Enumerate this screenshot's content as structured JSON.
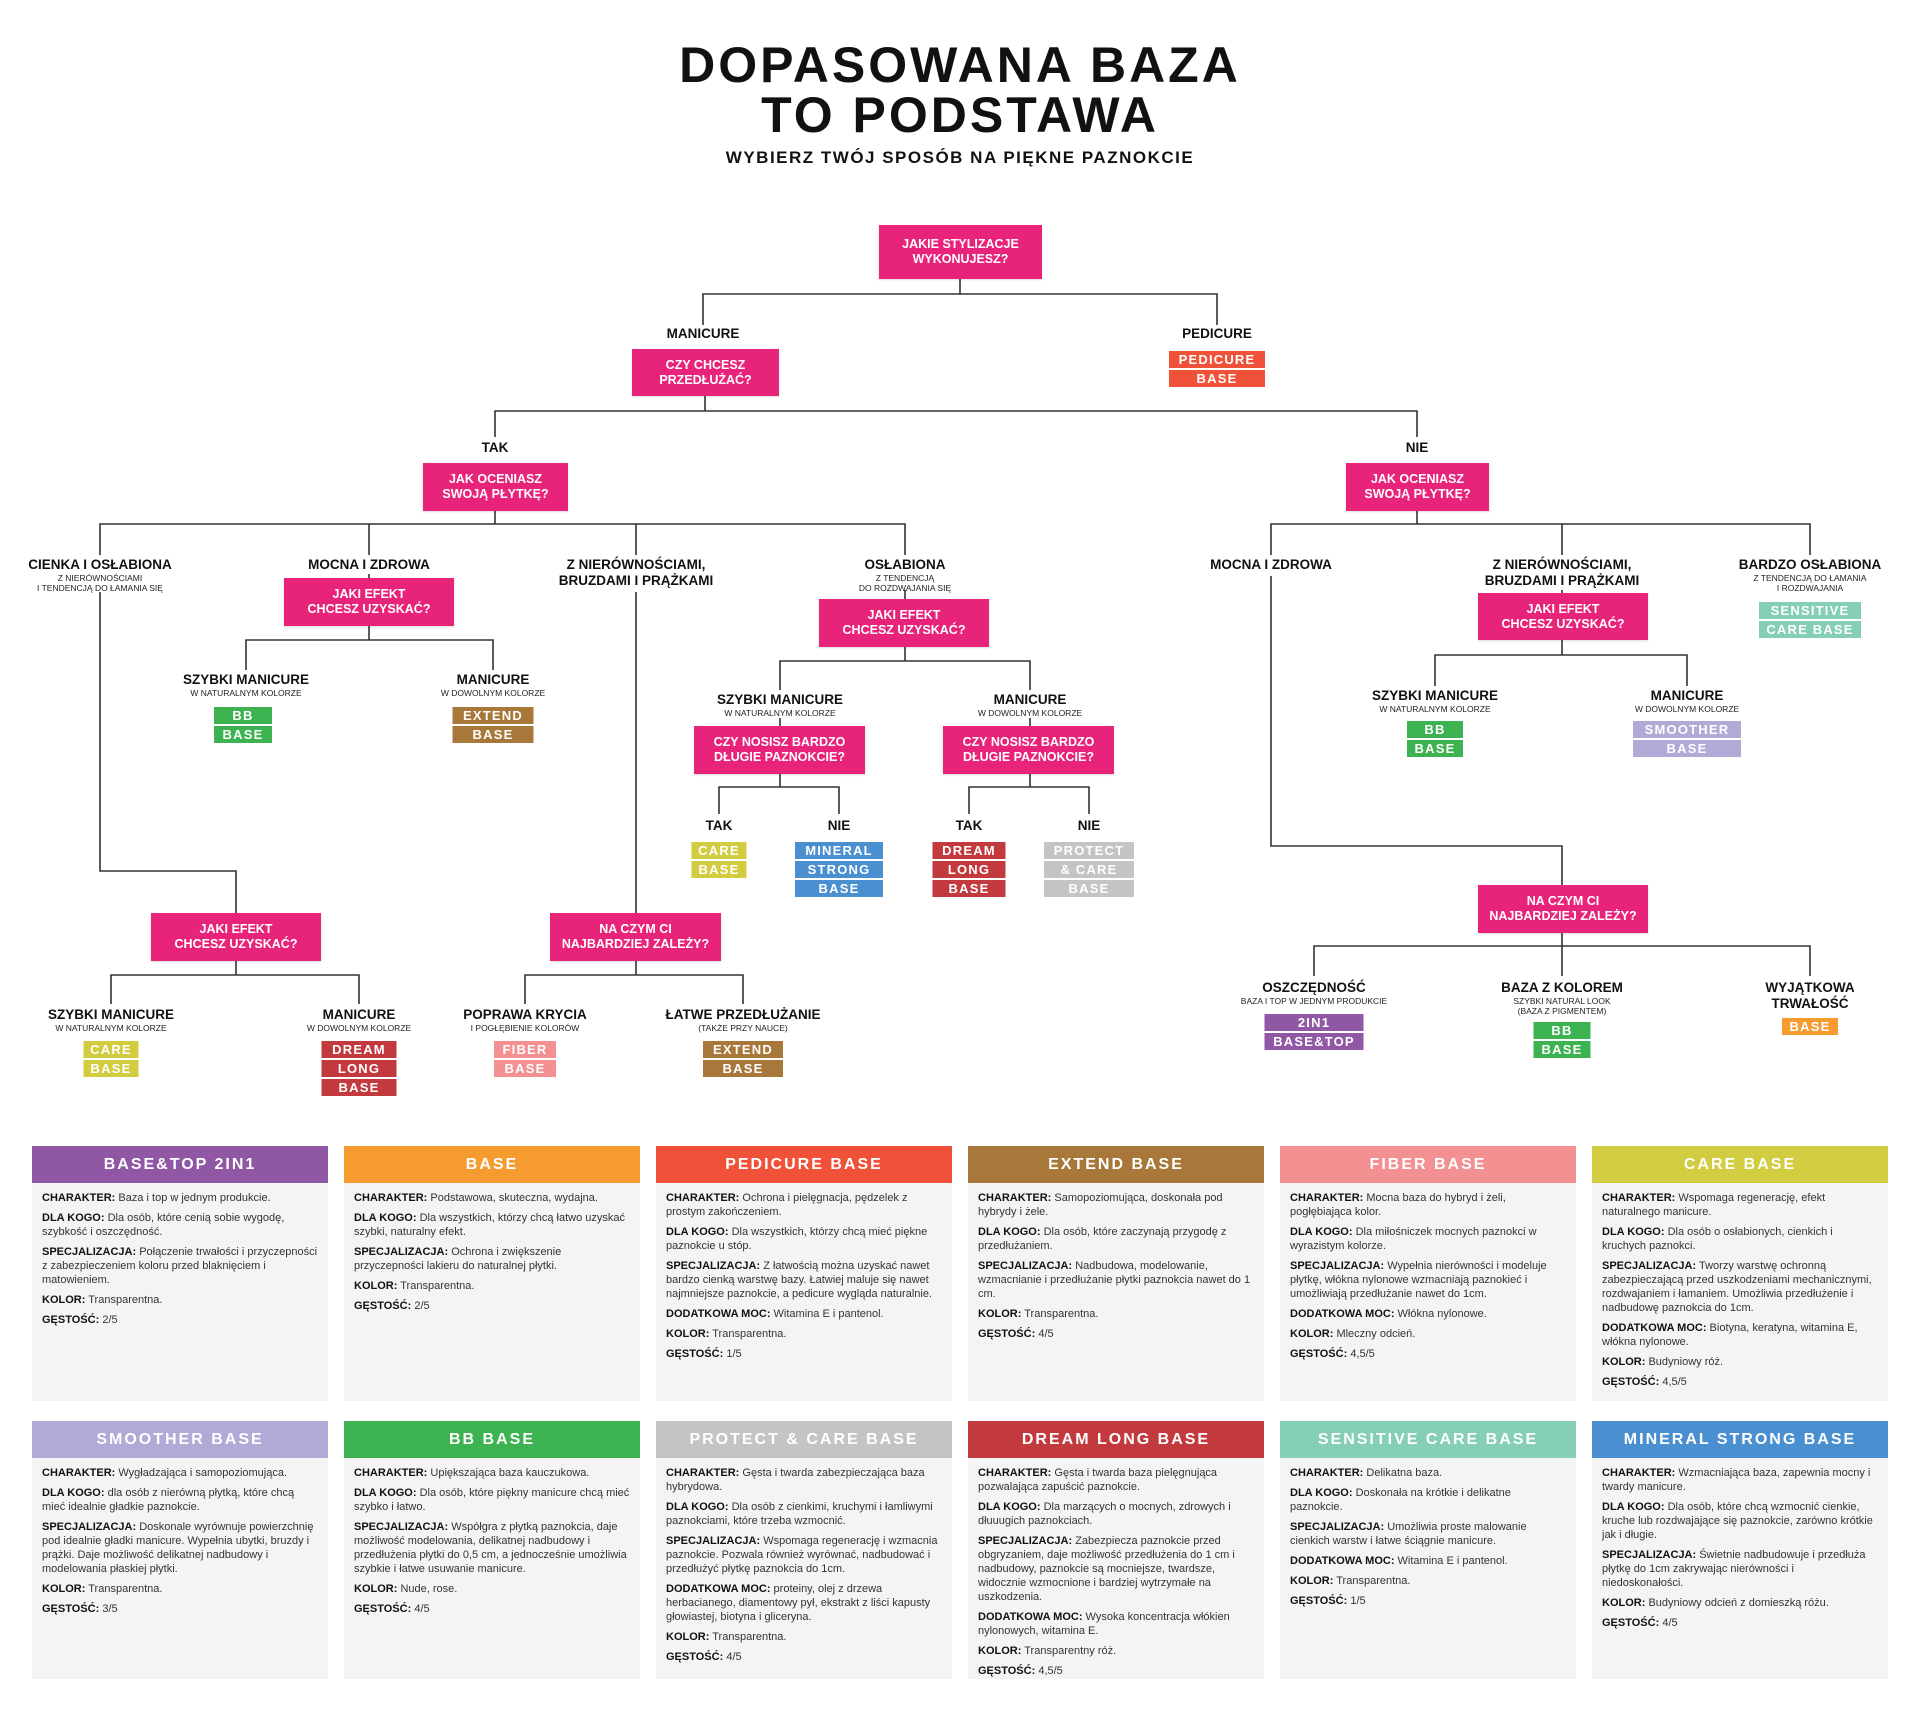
{
  "header": {
    "title_line1": "DOPASOWANA BAZA",
    "title_line2": "TO PODSTAWA",
    "subtitle": "WYBIERZ TWÓJ SPOSÓB NA PIĘKNE PAZNOKCIE"
  },
  "tree": {
    "questions": {
      "root": "JAKIE STYLIZACJE\nWYKONUJESZ?",
      "extend": "CZY CHCESZ\nPRZEDŁUŻAĆ?",
      "plate_tak": "JAK OCENIASZ\nSWOJĄ PŁYTKĘ?",
      "plate_nie": "JAK OCENIASZ\nSWOJĄ PŁYTKĘ?",
      "effect_mocna": "JAKI EFEKT\nCHCESZ UZYSKAĆ?",
      "effect_oslab": "JAKI EFEKT\nCHCESZ UZYSKAĆ?",
      "long_szybki": "CZY NOSISZ BARDZO\nDŁUGIE PAZNOKCIE?",
      "long_manicure": "CZY NOSISZ BARDZO\nDŁUGIE PAZNOKCIE?",
      "effect_cienka": "JAKI EFEKT\nCHCESZ UZYSKAĆ?",
      "priority_nier": "NA CZYM CI\nNAJBARDZIEJ ZALEŻY?",
      "effect_r_nier": "JAKI EFEKT\nCHCESZ UZYSKAĆ?",
      "priority_r_mocna": "NA CZYM CI\nNAJBARDZIEJ ZALEŻY?"
    },
    "labels": {
      "manicure": {
        "title": "MANICURE"
      },
      "pedicure": {
        "title": "PEDICURE"
      },
      "tak": {
        "title": "TAK"
      },
      "nie": {
        "title": "NIE"
      },
      "cienka": {
        "title": "CIENKA I OSŁABIONA",
        "sub": "Z NIERÓWNOŚCIAMI\nI TENDENCJĄ DO ŁAMANIA SIĘ"
      },
      "mocna": {
        "title": "MOCNA I ZDROWA"
      },
      "nier": {
        "title": "Z NIERÓWNOŚCIAMI,\nBRUZDAMI I PRĄŻKAMI"
      },
      "oslab": {
        "title": "OSŁABIONA",
        "sub": "Z TENDENCJĄ\nDO ROZDWAJANIA SIĘ"
      },
      "mocna_szybki": {
        "title": "SZYBKI MANICURE",
        "sub": "W NATURALNYM KOLORZE"
      },
      "mocna_manicure": {
        "title": "MANICURE",
        "sub": "W DOWOLNYM KOLORZE"
      },
      "oslab_szybki": {
        "title": "SZYBKI MANICURE",
        "sub": "W NATURALNYM KOLORZE"
      },
      "oslab_manicure": {
        "title": "MANICURE",
        "sub": "W DOWOLNYM KOLORZE"
      },
      "long1_tak": {
        "title": "TAK"
      },
      "long1_nie": {
        "title": "NIE"
      },
      "long2_tak": {
        "title": "TAK"
      },
      "long2_nie": {
        "title": "NIE"
      },
      "cienka_szybki": {
        "title": "SZYBKI MANICURE",
        "sub": "W NATURALNYM KOLORZE"
      },
      "cienka_manicure": {
        "title": "MANICURE",
        "sub": "W DOWOLNYM KOLORZE"
      },
      "nier_poprawa": {
        "title": "POPRAWA KRYCIA",
        "sub": "I POGŁĘBIENIE KOLORÓW"
      },
      "nier_latwe": {
        "title": "ŁATWE PRZEDŁUŻANIE",
        "sub": "(TAKŻE PRZY NAUCE)"
      },
      "r_mocna": {
        "title": "MOCNA I ZDROWA"
      },
      "r_nier": {
        "title": "Z NIERÓWNOŚCIAMI,\nBRUZDAMI I PRĄŻKAMI"
      },
      "r_bardzo": {
        "title": "BARDZO OSŁABIONA",
        "sub": "Z TENDENCJĄ DO ŁAMANIA\nI ROZDWAJANIA"
      },
      "r_nier_szybki": {
        "title": "SZYBKI MANICURE",
        "sub": "W NATURALNYM KOLORZE"
      },
      "r_nier_manicure": {
        "title": "MANICURE",
        "sub": "W DOWOLNYM KOLORZE"
      },
      "r_oszcz": {
        "title": "OSZCZĘDNOŚĆ",
        "sub": "BAZA I TOP W JEDNYM PRODUKCIE"
      },
      "r_kolor": {
        "title": "BAZA Z KOLOREM",
        "sub": "SZYBKI NATURAL LOOK\n(BAZA Z PIGMENTEM)"
      },
      "r_wyj": {
        "title": "WYJĄTKOWA\nTRWAŁOŚĆ"
      }
    },
    "tags": {
      "pedicure": {
        "lines": [
          "PEDICURE",
          "BASE"
        ],
        "color": "#ef5238"
      },
      "bb1": {
        "lines": [
          "BB",
          "BASE"
        ],
        "color": "#3db250"
      },
      "extend1": {
        "lines": [
          "EXTEND",
          "BASE"
        ],
        "color": "#a8773a"
      },
      "care1": {
        "lines": [
          "CARE",
          "BASE"
        ],
        "color": "#d1cc40"
      },
      "mineral": {
        "lines": [
          "MINERAL",
          "STRONG",
          "BASE"
        ],
        "color": "#4a8fd0"
      },
      "dream1": {
        "lines": [
          "DREAM",
          "LONG",
          "BASE"
        ],
        "color": "#c23a3d"
      },
      "protect": {
        "lines": [
          "PROTECT",
          "& CARE",
          "BASE"
        ],
        "color": "#c4c4c4"
      },
      "care2": {
        "lines": [
          "CARE",
          "BASE"
        ],
        "color": "#d1cc40"
      },
      "dream2": {
        "lines": [
          "DREAM",
          "LONG",
          "BASE"
        ],
        "color": "#c23a3d"
      },
      "fiber": {
        "lines": [
          "FIBER",
          "BASE"
        ],
        "color": "#f29092"
      },
      "extend2": {
        "lines": [
          "EXTEND",
          "BASE"
        ],
        "color": "#a8773a"
      },
      "sensitive": {
        "lines": [
          "SENSITIVE",
          "CARE BASE"
        ],
        "color": "#85cfb5"
      },
      "bb2": {
        "lines": [
          "BB",
          "BASE"
        ],
        "color": "#3db250"
      },
      "smoother": {
        "lines": [
          "SMOOTHER",
          "BASE"
        ],
        "color": "#b2aad6"
      },
      "base2in1": {
        "lines": [
          "2IN1",
          "BASE&TOP"
        ],
        "color": "#8f57a4"
      },
      "bb3": {
        "lines": [
          "BB",
          "BASE"
        ],
        "color": "#3db250"
      },
      "base": {
        "lines": [
          "BASE"
        ],
        "color": "#f59b30"
      }
    }
  },
  "cards": [
    {
      "title": "BASE&TOP 2IN1",
      "color": "#8f57a4",
      "fields": [
        {
          "label": "CHARAKTER:",
          "value": "Baza i top w jednym produkcie."
        },
        {
          "label": "DLA KOGO:",
          "value": "Dla osób, które cenią sobie wygodę, szybkość i oszczędność."
        },
        {
          "label": "SPECJALIZACJA:",
          "value": "Połączenie trwałości i przyczepności z zabezpieczeniem koloru przed blaknięciem i matowieniem."
        },
        {
          "label": "KOLOR:",
          "value": "Transparentna."
        },
        {
          "label": "GĘSTOŚĆ:",
          "value": "2/5"
        }
      ]
    },
    {
      "title": "BASE",
      "color": "#f59b30",
      "fields": [
        {
          "label": "CHARAKTER:",
          "value": "Podstawowa, skuteczna, wydajna."
        },
        {
          "label": "DLA KOGO:",
          "value": "Dla wszystkich, którzy chcą łatwo uzyskać szybki, naturalny efekt."
        },
        {
          "label": "SPECJALIZACJA:",
          "value": "Ochrona i zwiększenie przyczepności lakieru do naturalnej płytki."
        },
        {
          "label": "KOLOR:",
          "value": "Transparentna."
        },
        {
          "label": "GĘSTOŚĆ:",
          "value": "2/5"
        }
      ]
    },
    {
      "title": "PEDICURE BASE",
      "color": "#ef5238",
      "fields": [
        {
          "label": "CHARAKTER:",
          "value": "Ochrona i pielęgnacja, pędzelek z prostym zakończeniem."
        },
        {
          "label": "DLA KOGO:",
          "value": "Dla wszystkich, którzy chcą mieć piękne paznokcie u stóp."
        },
        {
          "label": "SPECJALIZACJA:",
          "value": "Z łatwością można uzyskać nawet bardzo cienką warstwę bazy. Łatwiej maluje się nawet najmniejsze paznokcie, a pedicure wygląda naturalnie."
        },
        {
          "label": "DODATKOWA MOC:",
          "value": "Witamina E i pantenol."
        },
        {
          "label": "KOLOR:",
          "value": "Transparentna."
        },
        {
          "label": "GĘSTOŚĆ:",
          "value": "1/5"
        }
      ]
    },
    {
      "title": "EXTEND BASE",
      "color": "#a8773a",
      "fields": [
        {
          "label": "CHARAKTER:",
          "value": "Samopoziomująca, doskonała pod hybrydy i żele."
        },
        {
          "label": "DLA KOGO:",
          "value": "Dla osób, które zaczynają przygodę z przedłużaniem."
        },
        {
          "label": "SPECJALIZACJA:",
          "value": "Nadbudowa, modelowanie, wzmacnianie i przedłużanie płytki paznokcia nawet do 1 cm."
        },
        {
          "label": "KOLOR:",
          "value": "Transparentna."
        },
        {
          "label": "GĘSTOŚĆ:",
          "value": "4/5"
        }
      ]
    },
    {
      "title": "FIBER BASE",
      "color": "#f29092",
      "fields": [
        {
          "label": "CHARAKTER:",
          "value": "Mocna baza do hybryd i żeli, pogłębiająca kolor."
        },
        {
          "label": "DLA KOGO:",
          "value": "Dla miłośniczek mocnych paznokci w wyrazistym kolorze."
        },
        {
          "label": "SPECJALIZACJA:",
          "value": "Wypełnia nierówności i modeluje płytkę, włókna nylonowe wzmacniają paznokieć i umożliwiają przedłużanie nawet do 1cm."
        },
        {
          "label": "DODATKOWA MOC:",
          "value": "Włókna nylonowe."
        },
        {
          "label": "KOLOR:",
          "value": "Mleczny odcień."
        },
        {
          "label": "GĘSTOŚĆ:",
          "value": "4,5/5"
        }
      ]
    },
    {
      "title": "CARE BASE",
      "color": "#d1cc40",
      "fields": [
        {
          "label": "CHARAKTER:",
          "value": "Wspomaga regenerację, efekt naturalnego manicure."
        },
        {
          "label": "DLA KOGO:",
          "value": "Dla osób o osłabionych, cienkich i kruchych paznokci."
        },
        {
          "label": "SPECJALIZACJA:",
          "value": "Tworzy warstwę ochronną zabezpieczającą przed uszkodzeniami mechanicznymi, rozdwajaniem i łamaniem. Umożliwia przedłużenie i nadbudowę paznokcia do 1cm."
        },
        {
          "label": "DODATKOWA MOC:",
          "value": "Biotyna, keratyna, witamina E, włókna nylonowe."
        },
        {
          "label": "KOLOR:",
          "value": "Budyniowy róż."
        },
        {
          "label": "GĘSTOŚĆ:",
          "value": "4,5/5"
        }
      ]
    },
    {
      "title": "SMOOTHER BASE",
      "color": "#b2aad6",
      "fields": [
        {
          "label": "CHARAKTER:",
          "value": "Wygładzająca i samopoziomująca."
        },
        {
          "label": "DLA KOGO:",
          "value": "dla osób z nierówną płytką, które chcą mieć idealnie gładkie paznokcie."
        },
        {
          "label": "SPECJALIZACJA:",
          "value": "Doskonale wyrównuje powierzchnię pod idealnie gładki manicure. Wypełnia ubytki, bruzdy i prążki. Daje możliwość delikatnej nadbudowy i modelowania płaskiej płytki."
        },
        {
          "label": "KOLOR:",
          "value": "Transparentna."
        },
        {
          "label": "GĘSTOŚĆ:",
          "value": "3/5"
        }
      ]
    },
    {
      "title": "BB BASE",
      "color": "#3db250",
      "fields": [
        {
          "label": "CHARAKTER:",
          "value": "Upiększająca baza kauczukowa."
        },
        {
          "label": "DLA KOGO:",
          "value": "Dla osób, które piękny manicure chcą mieć szybko i łatwo."
        },
        {
          "label": "SPECJALIZACJA:",
          "value": "Współgra z płytką paznokcia, daje możliwość modelowania, delikatnej nadbudowy i przedłużenia płytki do 0,5 cm, a jednocześnie umożliwia szybkie i łatwe usuwanie manicure."
        },
        {
          "label": "KOLOR:",
          "value": "Nude, rose."
        },
        {
          "label": "GĘSTOŚĆ:",
          "value": "4/5"
        }
      ]
    },
    {
      "title": "PROTECT & CARE BASE",
      "color": "#c4c4c4",
      "fields": [
        {
          "label": "CHARAKTER:",
          "value": "Gęsta i twarda zabezpieczająca baza hybrydowa."
        },
        {
          "label": "DLA KOGO:",
          "value": "Dla osób z cienkimi, kruchymi i łamliwymi paznokciami, które trzeba wzmocnić."
        },
        {
          "label": "SPECJALIZACJA:",
          "value": "Wspomaga regenerację i wzmacnia paznokcie. Pozwala również wyrównać, nadbudować i przedłużyć płytkę paznokcia do 1cm."
        },
        {
          "label": "DODATKOWA MOC:",
          "value": "proteiny, olej z drzewa herbacianego, diamentowy pył, ekstrakt z liści kapusty głowiastej, biotyna i gliceryna."
        },
        {
          "label": "KOLOR:",
          "value": "Transparentna."
        },
        {
          "label": "GĘSTOŚĆ:",
          "value": "4/5"
        }
      ]
    },
    {
      "title": "DREAM LONG BASE",
      "color": "#c23a3d",
      "fields": [
        {
          "label": "CHARAKTER:",
          "value": "Gęsta i twarda baza pielęgnująca pozwalająca zapuścić paznokcie."
        },
        {
          "label": "DLA KOGO:",
          "value": "Dla marzących o mocnych, zdrowych i dłuuugich paznokciach."
        },
        {
          "label": "SPECJALIZACJA:",
          "value": "Zabezpiecza paznokcie przed obgryzaniem, daje możliwość przedłużenia do 1 cm i nadbudowy, paznokcie są mocniejsze, twardsze, widocznie wzmocnione i bardziej wytrzymałe na uszkodzenia."
        },
        {
          "label": "DODATKOWA MOC:",
          "value": "Wysoka koncentracja włókien nylonowych, witamina E."
        },
        {
          "label": "KOLOR:",
          "value": "Transparentny róż."
        },
        {
          "label": "GĘSTOŚĆ:",
          "value": "4,5/5"
        }
      ]
    },
    {
      "title": "SENSITIVE CARE BASE",
      "color": "#85cfb5",
      "fields": [
        {
          "label": "CHARAKTER:",
          "value": "Delikatna baza."
        },
        {
          "label": "DLA KOGO:",
          "value": "Doskonała na krótkie i delikatne paznokcie."
        },
        {
          "label": "SPECJALIZACJA:",
          "value": "Umożliwia proste malowanie cienkich warstw i łatwe ściągnie manicure."
        },
        {
          "label": "DODATKOWA MOC:",
          "value": "Witamina E i pantenol."
        },
        {
          "label": "KOLOR:",
          "value": "Transparentna."
        },
        {
          "label": "GĘSTOŚĆ:",
          "value": "1/5"
        }
      ]
    },
    {
      "title": "MINERAL STRONG BASE",
      "color": "#4a8fd0",
      "fields": [
        {
          "label": "CHARAKTER:",
          "value": "Wzmacniająca baza, zapewnia mocny i twardy manicure."
        },
        {
          "label": "DLA KOGO:",
          "value": "Dla osób, które chcą wzmocnić cienkie, kruche lub rozdwajające się paznokcie, zarówno krótkie jak i długie."
        },
        {
          "label": "SPECJALIZACJA:",
          "value": "Świetnie nadbudowuje i przedłuża płytkę do 1cm zakrywając nierówności i niedoskonałości."
        },
        {
          "label": "KOLOR:",
          "value": "Budyniowy odcień z domieszką różu."
        },
        {
          "label": "GĘSTOŚĆ:",
          "value": "4/5"
        }
      ]
    }
  ]
}
